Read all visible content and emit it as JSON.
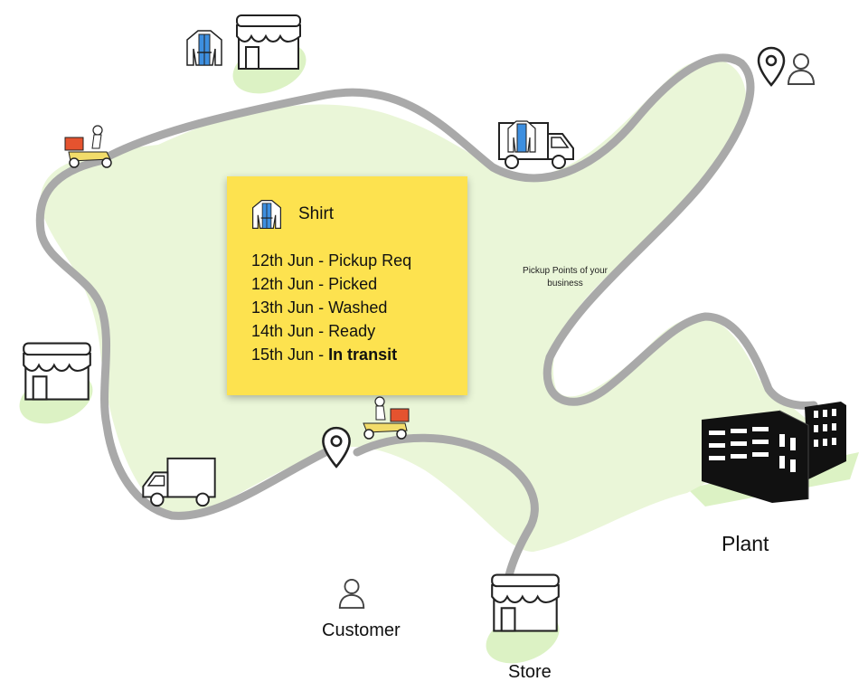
{
  "card": {
    "title": "Shirt",
    "title_icon": "shirt-icon",
    "background": "#fde24f",
    "events": [
      {
        "date": "12th Jun",
        "sep": " - ",
        "status": "Pickup Req",
        "emphasis": false
      },
      {
        "date": "12th Jun",
        "sep": " - ",
        "status": "Picked",
        "emphasis": false
      },
      {
        "date": "13th Jun",
        "sep": " - ",
        "status": "Washed",
        "emphasis": false
      },
      {
        "date": "14th Jun",
        "sep": " - ",
        "status": "Ready",
        "emphasis": false
      },
      {
        "date": "15th Jun",
        "sep": " - ",
        "status": "In transit",
        "emphasis": true
      }
    ]
  },
  "labels": {
    "pickup_points": "Pickup Points of your business",
    "plant": "Plant",
    "customer": "Customer",
    "store": "Store"
  },
  "icons": [
    "store-icon",
    "shirt-icon",
    "scooter-icon",
    "delivery-truck-icon",
    "location-pin-icon",
    "user-icon",
    "factory-icon"
  ],
  "colors": {
    "region_fill": "#eaf6d8",
    "road": "#a9a9a9",
    "blob_green": "#dcf2c4",
    "accent_red": "#e5532f",
    "scooter_yellow": "#f2dc6a",
    "shirt_blue": "#3d8fe0"
  }
}
